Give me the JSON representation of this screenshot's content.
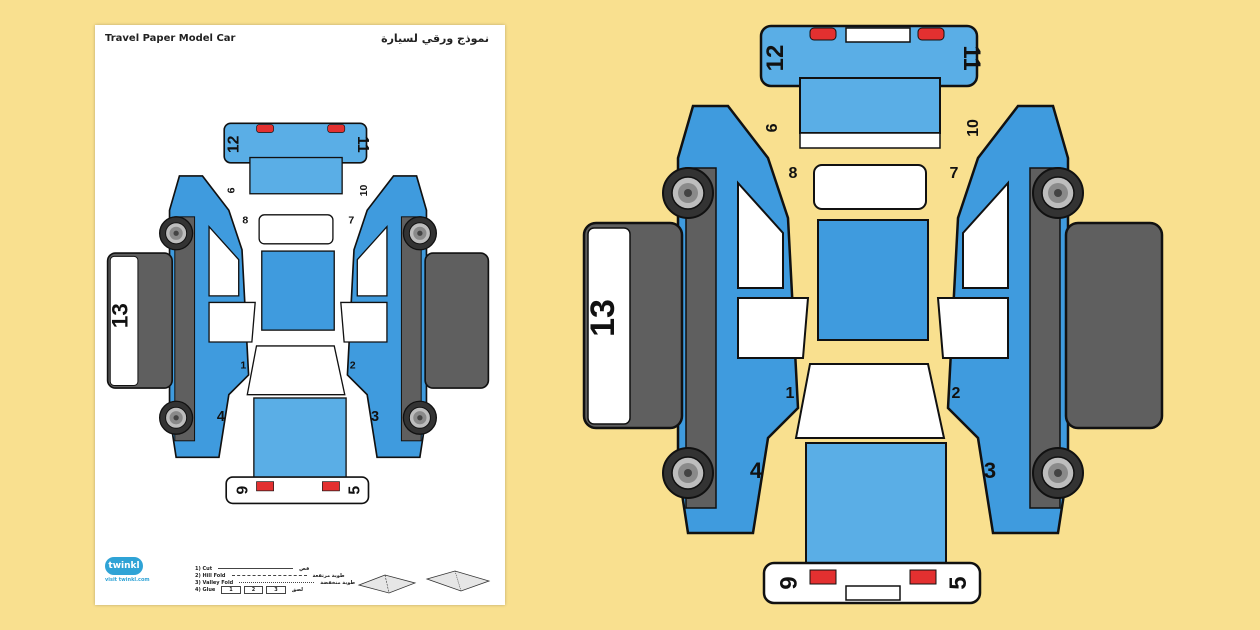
{
  "sheet": {
    "title": "Travel Paper Model  Car",
    "title_arabic": "نموذج ورقي لسيارة"
  },
  "logo": {
    "brand": "twinkl",
    "url": "visit twinkl.com"
  },
  "legend": {
    "items": [
      {
        "label": "1) Cut",
        "arabic": "قص"
      },
      {
        "label": "2) Hill Fold",
        "arabic": "طوية مرتفعة"
      },
      {
        "label": "3) Valley Fold",
        "arabic": "طوية منخفضة"
      },
      {
        "label": "4) Glue",
        "arabic": "لصق"
      }
    ],
    "glue_boxes": [
      "1",
      "2",
      "3"
    ]
  },
  "model_numbers": {
    "n1": "1",
    "n2": "2",
    "n3": "3",
    "n4": "4",
    "n5": "5",
    "n6": "6",
    "n7": "7",
    "n8": "8",
    "n9": "9",
    "n10": "10",
    "n11": "11",
    "n12": "12",
    "n13": "13"
  },
  "colors": {
    "background": "#f9e08f",
    "car_blue": "#3f9bde",
    "panel_blue": "#5aaee6",
    "body_grey": "#5f5f5f",
    "tyre": "#3a3a3a",
    "window": "#ffffff",
    "tail_light": "#e33030",
    "outline": "#111111"
  }
}
